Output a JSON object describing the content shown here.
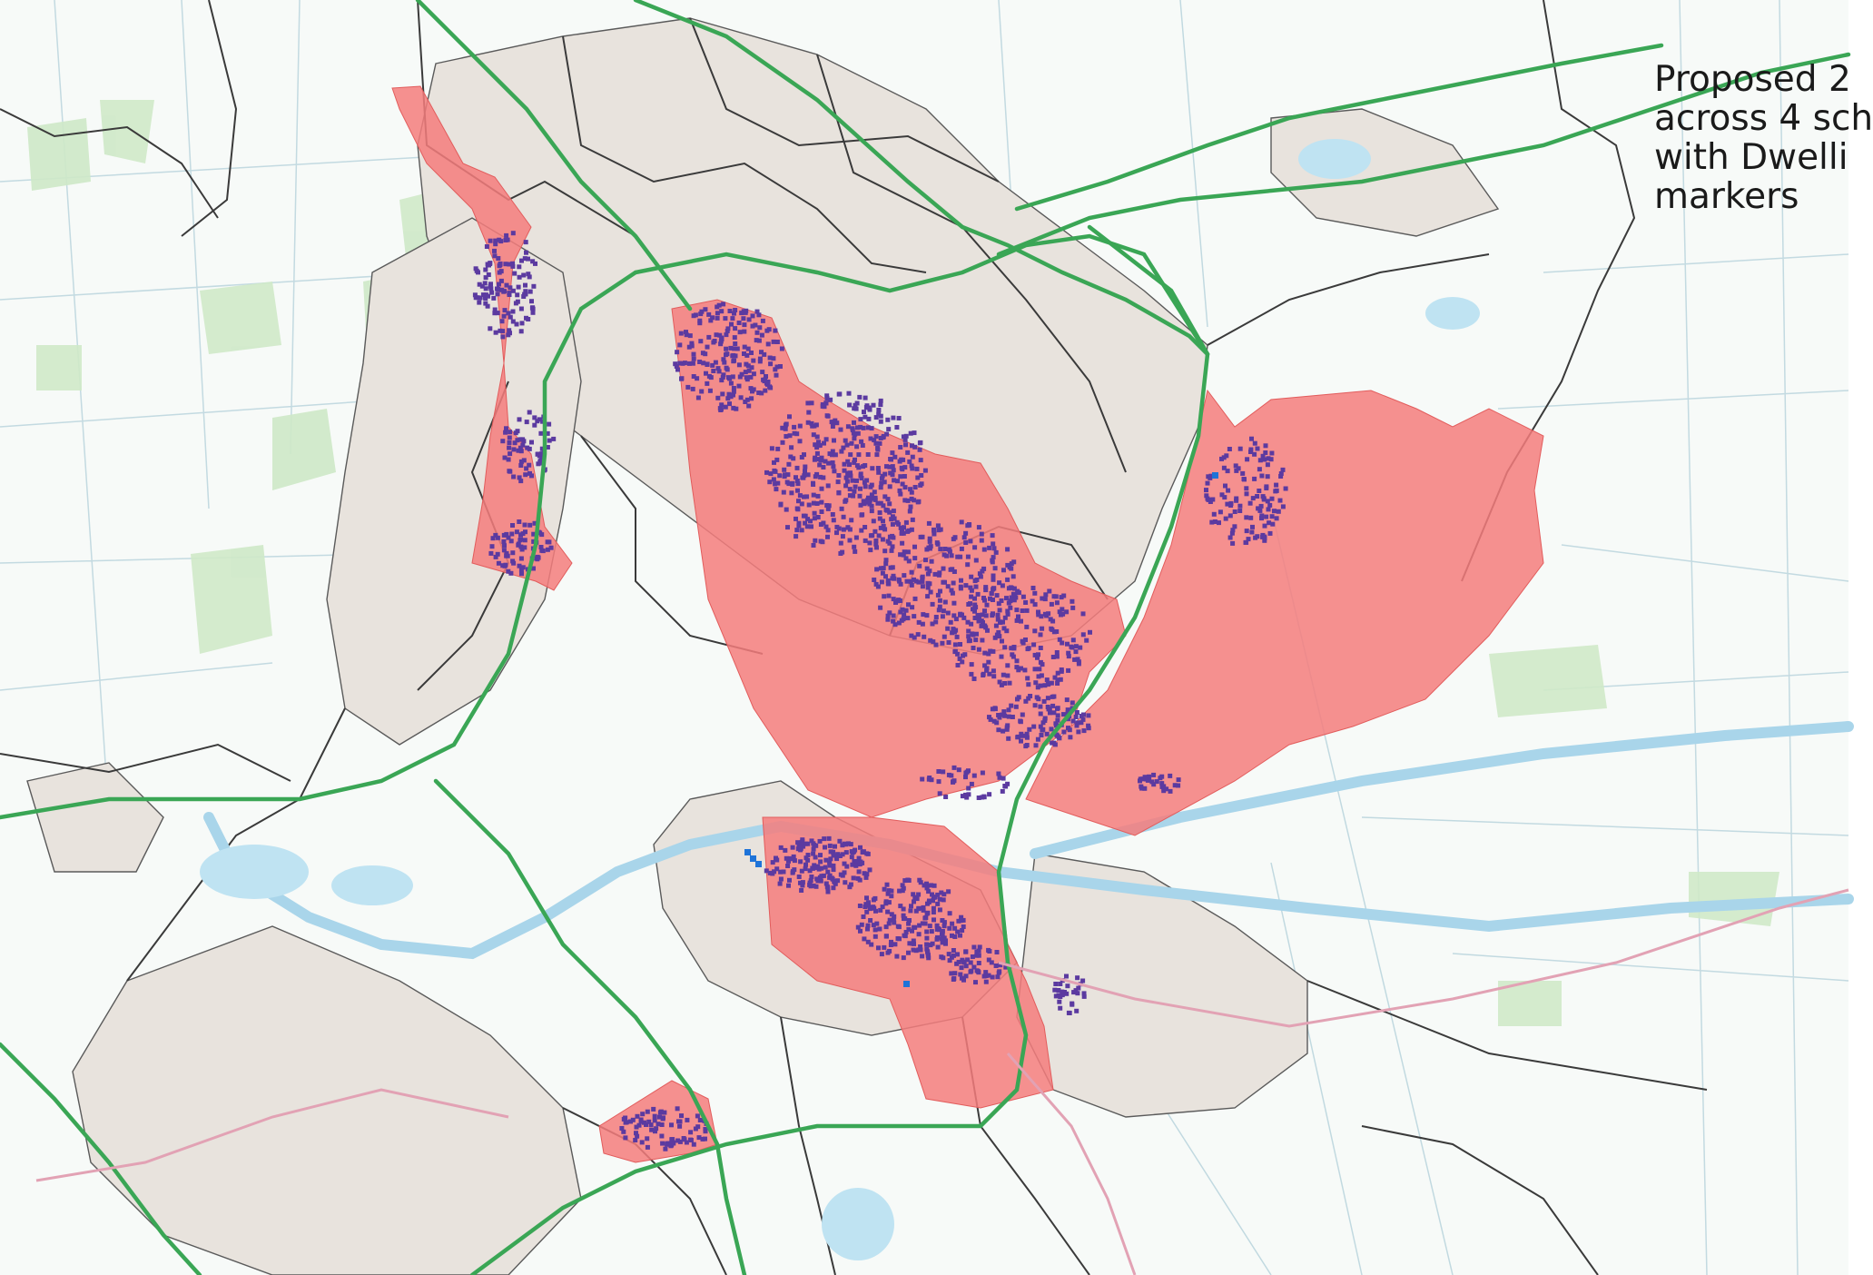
{
  "caption": {
    "lines": [
      "Proposed 2",
      "across 4 sch",
      "with Dwelli",
      "markers"
    ]
  },
  "colors": {
    "zone_fill": "#f47c7c",
    "dwelling_marker": "#5b3aa0",
    "dwelling_marker_alt": "#1e73d8",
    "main_road": "#3aa655",
    "boundary": "#3a3a3a",
    "water": "#bfe3f2",
    "urban": "#e7e2dc",
    "green": "#cde8c4"
  }
}
